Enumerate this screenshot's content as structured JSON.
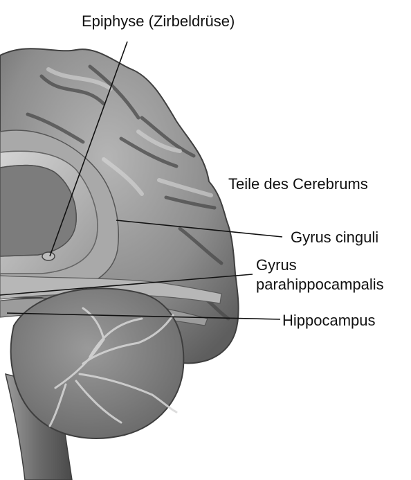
{
  "diagram": {
    "labels": {
      "epiphyse": "Epiphyse (Zirbeldrüse)",
      "cerebrum_heading": "Teile des Cerebrums",
      "gyrus_cinguli": "Gyrus cinguli",
      "gyrus_parahippo_line1": "Gyrus",
      "gyrus_parahippo_line2": "parahippocampalis",
      "hippocampus": "Hippocampus"
    },
    "colors": {
      "background": "#ffffff",
      "tissue_dark": "#5a5a5a",
      "tissue_mid": "#8a8a8a",
      "tissue_light": "#c4c4c4",
      "leader_line": "#111111",
      "text": "#111111"
    }
  }
}
